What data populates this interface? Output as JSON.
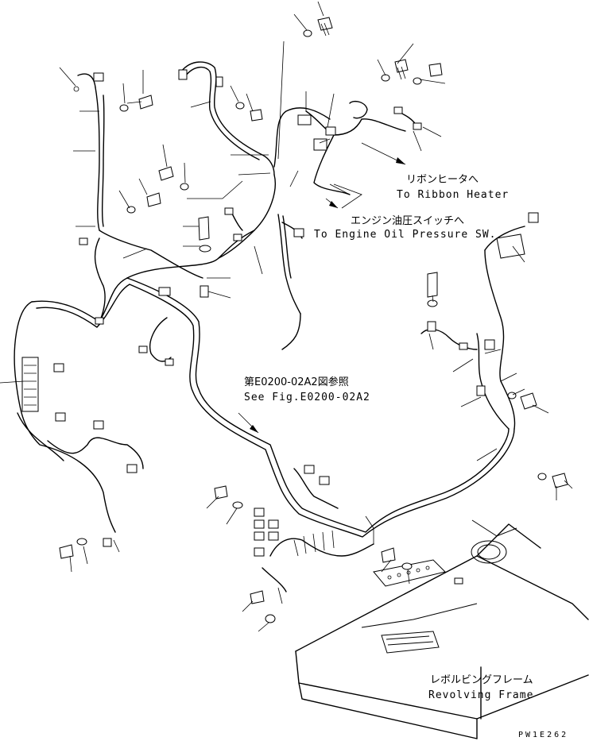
{
  "labels": {
    "ribbon_heater_jp": "リボンヒータへ",
    "ribbon_heater_en": "To Ribbon Heater",
    "oil_pressure_jp": "エンジン油圧スイッチへ",
    "oil_pressure_en": "To Engine Oil Pressure SW.",
    "see_fig_jp": "第E0200-02A2図参照",
    "see_fig_en": "See Fig.E0200-02A2",
    "frame_jp": "レボルビングフレーム",
    "frame_en": "Revolving Frame"
  },
  "drawing_code": "PW1E262"
}
